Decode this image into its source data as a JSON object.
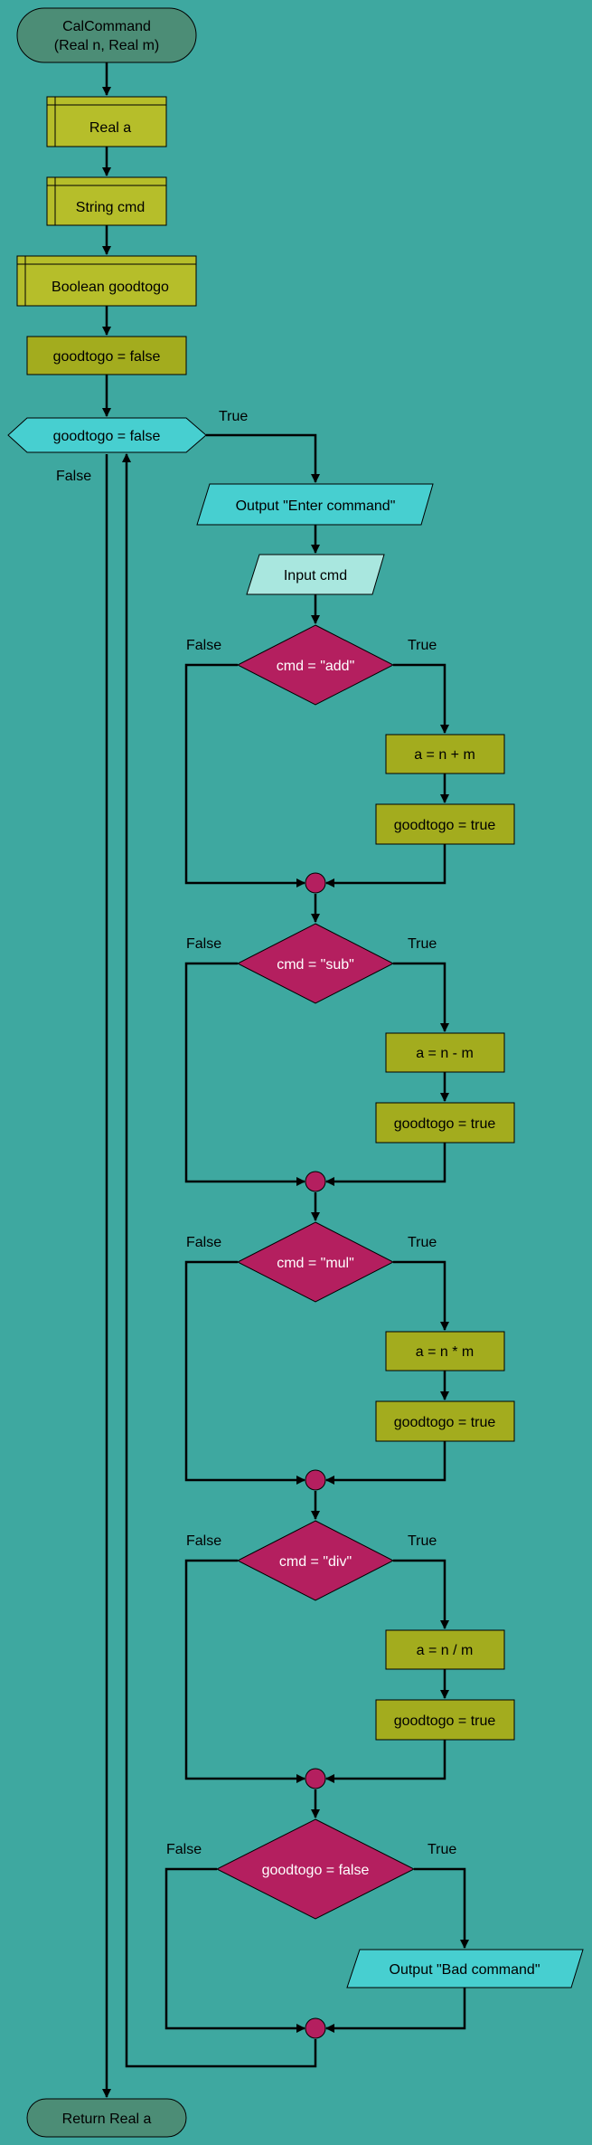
{
  "flowchart": {
    "start": {
      "line1": "CalCommand",
      "line2": "(Real n, Real m)"
    },
    "decl_a": "Real a",
    "decl_cmd": "String cmd",
    "decl_goodtogo": "Boolean goodtogo",
    "assign_init": "goodtogo = false",
    "loop_condition": "goodtogo = false",
    "output_prompt": "Output \"Enter command\"",
    "input_cmd": "Input cmd",
    "branches": [
      {
        "condition": "cmd = \"add\"",
        "assign": "a = n + m",
        "set_flag": "goodtogo = true"
      },
      {
        "condition": "cmd = \"sub\"",
        "assign": "a = n - m",
        "set_flag": "goodtogo = true"
      },
      {
        "condition": "cmd = \"mul\"",
        "assign": "a = n * m",
        "set_flag": "goodtogo = true"
      },
      {
        "condition": "cmd = \"div\"",
        "assign": "a = n / m",
        "set_flag": "goodtogo = true"
      }
    ],
    "check_condition": "goodtogo = false",
    "output_error": "Output \"Bad command\"",
    "end": "Return Real a",
    "true_label": "True",
    "false_label": "False"
  },
  "colors": {
    "background": "#3ea8a0",
    "terminal": "#4c8d76",
    "declare": "#b6be2a",
    "process": "#a3ac1e",
    "loop_hex": "#47cfd0",
    "output": "#47cfd0",
    "input": "#a9e7df",
    "decision": "#b41f5f",
    "connector": "#b41f5f"
  }
}
